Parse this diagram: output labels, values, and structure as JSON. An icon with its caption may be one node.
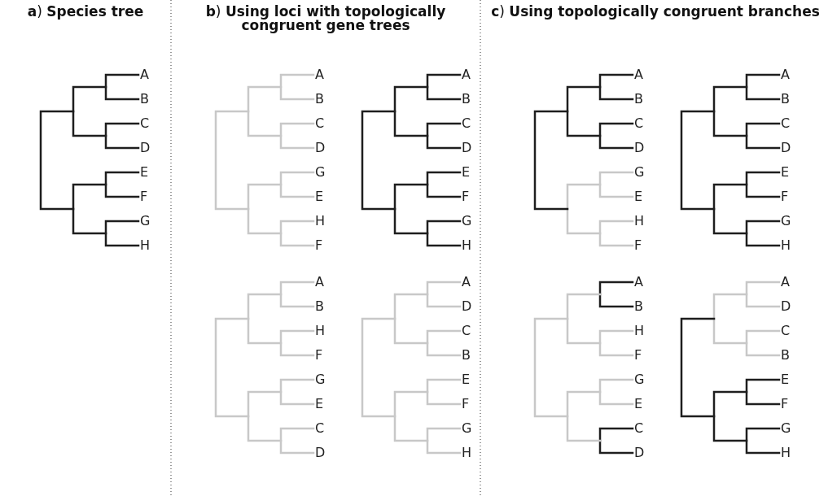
{
  "diagram": {
    "labels": [
      "**a**) **Species tree**",
      "A",
      "B",
      "C",
      "D",
      "E",
      "F",
      "G",
      "H",
      "**b**) **Using loci with topologically congruent gene trees**",
      "A",
      "B",
      "C",
      "D",
      "G",
      "E",
      "H",
      "F",
      "A",
      "B",
      "C",
      "D",
      "E",
      "F",
      "G",
      "H",
      "A",
      "B",
      "H",
      "F",
      "G",
      "E",
      "C",
      "D",
      "A",
      "D",
      "C",
      "B",
      "E",
      "F",
      "G",
      "H",
      "**c**) **Using topologically congruent branches**",
      "A",
      "B",
      "C",
      "D",
      "G",
      "E",
      "H",
      "F",
      "A",
      "B",
      "C",
      "D",
      "E",
      "F",
      "G",
      "H",
      "A",
      "B",
      "H",
      "F",
      "G",
      "E",
      "C",
      "D",
      "A",
      "D",
      "C",
      "B",
      "E",
      "F",
      "G",
      "H"
    ]
  }
}
